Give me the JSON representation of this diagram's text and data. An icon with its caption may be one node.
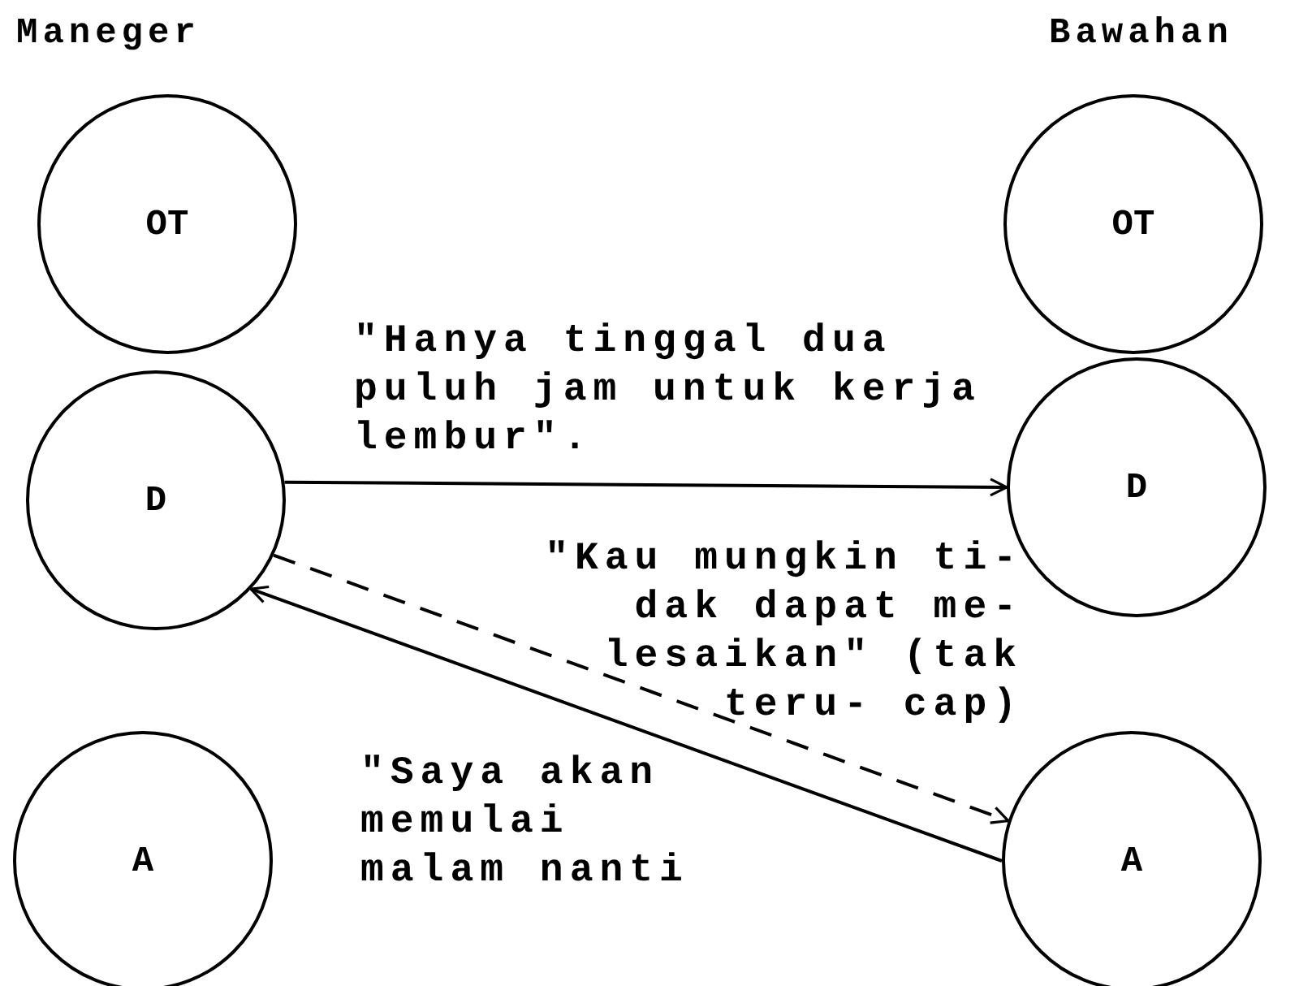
{
  "diagram": {
    "nodes": [
      {
        "text": [
          "OT"
        ]
      },
      {
        "text": [
          "D"
        ]
      },
      {
        "text": [
          "A"
        ]
      },
      {
        "text": [
          "OT"
        ]
      },
      {
        "text": [
          "D"
        ]
      },
      {
        "text": [
          "A"
        ]
      }
    ],
    "edges": [
      {
        "from": 1,
        "to": 4,
        "arrow": "to",
        "label": "\"Hanya tinggal dua puluh jam untuk kerja lembur\"."
      },
      {
        "from": 1,
        "to": 5,
        "arrow": "to",
        "style": "dashed",
        "label": "\"Kau mungkin ti- dak dapat me- lesaikan\" (tak teru- cap)"
      },
      {
        "from": 5,
        "to": 1,
        "arrow": "to",
        "label": "\"Saya akan memulai malam nanti"
      }
    ],
    "labels": [
      "Maneger",
      "Bawahan"
    ]
  }
}
